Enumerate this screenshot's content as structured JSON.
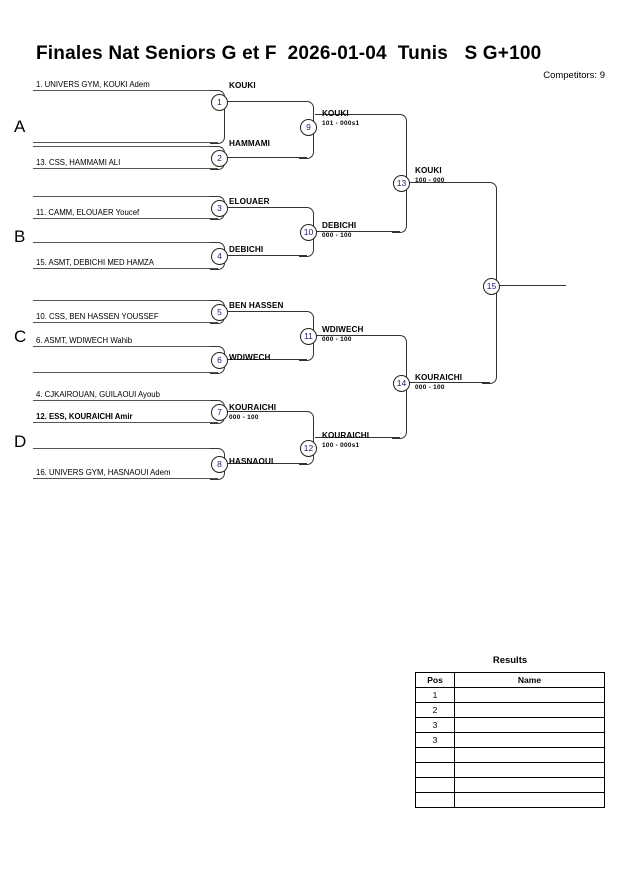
{
  "header": {
    "title": "Finales Nat Seniors G et F  2026-01-04  Tunis   S G+100",
    "competitors": "Competitors: 9"
  },
  "pools": [
    {
      "label": "A"
    },
    {
      "label": "B"
    },
    {
      "label": "C"
    },
    {
      "label": "D"
    }
  ],
  "entrants": [
    {
      "label": "1. UNIVERS GYM, KOUKI Adem",
      "bold": false
    },
    {
      "label": "",
      "bold": false
    },
    {
      "label": "13. CSS, HAMMAMI ALI",
      "bold": false
    },
    {
      "label": "",
      "bold": false
    },
    {
      "label": "11. CAMM, ELOUAER Youcef",
      "bold": false
    },
    {
      "label": "",
      "bold": false
    },
    {
      "label": "15. ASMT, DEBICHI MED HAMZA",
      "bold": false
    },
    {
      "label": "",
      "bold": false
    },
    {
      "label": "10. CSS, BEN HASSEN YOUSSEF",
      "bold": false
    },
    {
      "label": "6. ASMT, WDIWECH Wahib",
      "bold": false
    },
    {
      "label": "4. CJKAIROUAN, GUILAOUI Ayoub",
      "bold": false
    },
    {
      "label": "12. ESS, KOURAICHI Amir",
      "bold": true
    },
    {
      "label": "16. UNIVERS GYM, HASNAOUI Adem",
      "bold": false
    }
  ],
  "bouts": [
    {
      "number": "1",
      "winner": "KOUKI",
      "score": ""
    },
    {
      "number": "2",
      "winner": "HAMMAMI",
      "score": ""
    },
    {
      "number": "3",
      "winner": "ELOUAER",
      "score": ""
    },
    {
      "number": "4",
      "winner": "DEBICHI",
      "score": ""
    },
    {
      "number": "5",
      "winner": "BEN HASSEN",
      "score": ""
    },
    {
      "number": "6",
      "winner": "WDIWECH",
      "score": ""
    },
    {
      "number": "7",
      "winner": "KOURAICHI",
      "score": "000 - 100"
    },
    {
      "number": "8",
      "winner": "HASNAOUI",
      "score": ""
    },
    {
      "number": "9",
      "winner": "KOUKI",
      "score": "101 - 000s1"
    },
    {
      "number": "10",
      "winner": "DEBICHI",
      "score": "000 - 100"
    },
    {
      "number": "11",
      "winner": "WDIWECH",
      "score": "000 - 100"
    },
    {
      "number": "12",
      "winner": "KOURAICHI",
      "score": "100 - 000s1"
    },
    {
      "number": "13",
      "winner": "KOUKI",
      "score": "100 - 000"
    },
    {
      "number": "14",
      "winner": "KOURAICHI",
      "score": "000 - 100"
    },
    {
      "number": "15",
      "winner": "",
      "score": ""
    }
  ],
  "results": {
    "title": "Results",
    "columns": [
      "Pos",
      "Name"
    ],
    "rows": [
      {
        "pos": "1",
        "name": ""
      },
      {
        "pos": "2",
        "name": ""
      },
      {
        "pos": "3",
        "name": ""
      },
      {
        "pos": "3",
        "name": ""
      },
      {
        "pos": "",
        "name": ""
      },
      {
        "pos": "",
        "name": ""
      },
      {
        "pos": "",
        "name": ""
      },
      {
        "pos": "",
        "name": ""
      }
    ]
  }
}
